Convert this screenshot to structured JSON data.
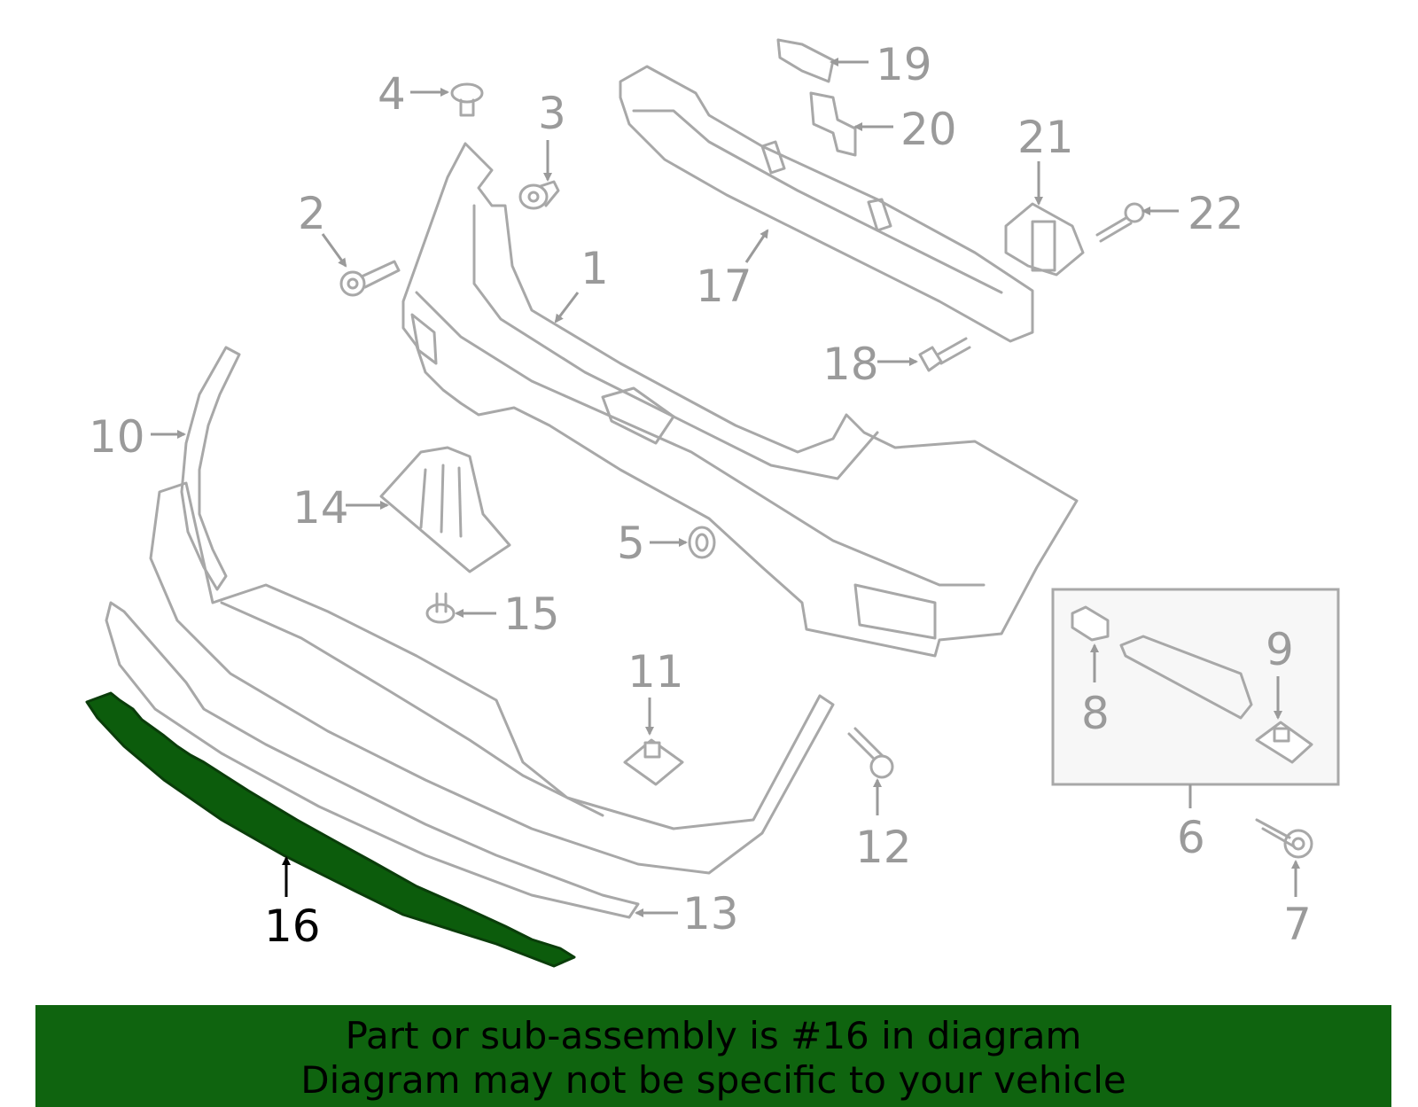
{
  "diagram": {
    "callouts": [
      "1",
      "2",
      "3",
      "4",
      "5",
      "6",
      "7",
      "8",
      "9",
      "10",
      "11",
      "12",
      "13",
      "14",
      "15",
      "17",
      "18",
      "19",
      "20",
      "21",
      "22"
    ],
    "highlighted_callout": "16",
    "highlight_color": "#0c5c0c",
    "line_color": "#a8a8a8"
  },
  "banner": {
    "line1": "Part or sub-assembly is #16 in diagram",
    "line2": "Diagram may not be specific to your vehicle",
    "background": "#0f640f"
  }
}
